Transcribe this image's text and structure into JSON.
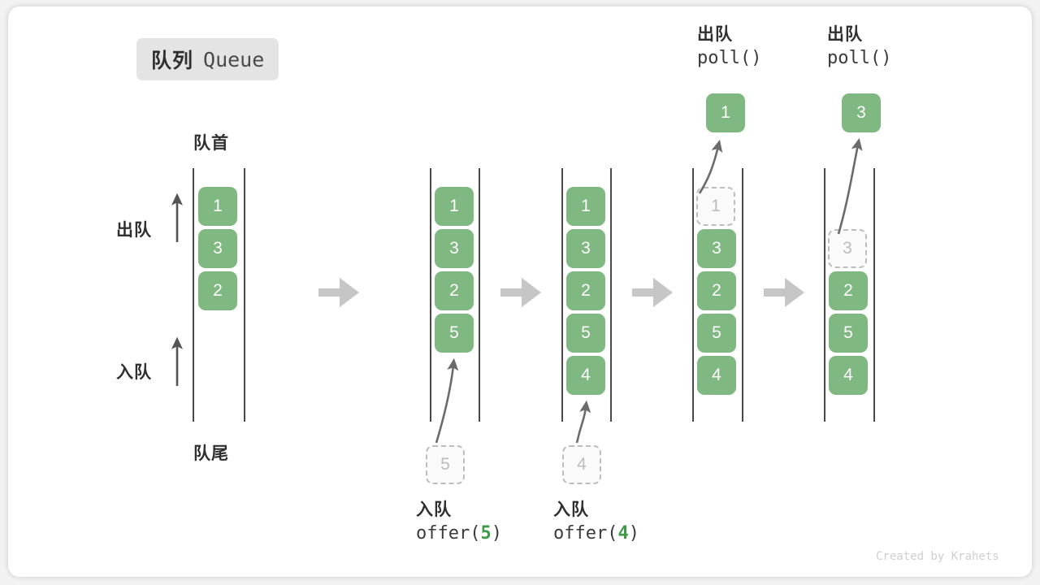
{
  "title_badge": {
    "cn": "队列",
    "en": "Queue"
  },
  "labels": {
    "front": "队首",
    "rear": "队尾",
    "dequeue": "出队",
    "enqueue": "入队"
  },
  "watermark": "Created by Krahets",
  "colors": {
    "cell_green": "#7fb881",
    "ghost_fill": "#fafafa",
    "ghost_border": "#bdbdbd",
    "rail": "#4a4a4a",
    "arrow_gray": "#c6c6c6",
    "curve_arrow": "#6b6b6b",
    "badge_bg": "#e4e4e4",
    "accent_green_text": "#3f9a48",
    "text_dark": "#2f2f2f",
    "watermark": "#cfcfcf"
  },
  "operations": [
    {
      "id": "op-offer-5",
      "cn": "入队",
      "code_prefix": "offer(",
      "code_value": "5",
      "code_suffix": ")"
    },
    {
      "id": "op-offer-4",
      "cn": "入队",
      "code_prefix": "offer(",
      "code_value": "4",
      "code_suffix": ")"
    },
    {
      "id": "op-poll-1",
      "cn": "出队",
      "code": "poll()",
      "result": "1"
    },
    {
      "id": "op-poll-2",
      "cn": "出队",
      "code": "poll()",
      "result": "3"
    }
  ],
  "chart_data": {
    "type": "diagram",
    "title": "队列 Queue",
    "columns": [
      {
        "name": "initial",
        "items": [
          "1",
          "3",
          "2"
        ],
        "ghost_index": -1
      },
      {
        "name": "after-offer-5",
        "items": [
          "1",
          "3",
          "2",
          "5"
        ],
        "ghost_index": -1
      },
      {
        "name": "after-offer-4",
        "items": [
          "1",
          "3",
          "2",
          "5",
          "4"
        ],
        "ghost_index": -1
      },
      {
        "name": "during-poll-1",
        "items": [
          "1",
          "3",
          "2",
          "5",
          "4"
        ],
        "ghost_index": 0
      },
      {
        "name": "during-poll-2",
        "items": [
          "3",
          "2",
          "5",
          "4"
        ],
        "ghost_index": 0
      }
    ],
    "incoming": [
      {
        "column": "after-offer-5",
        "value": "5"
      },
      {
        "column": "after-offer-4",
        "value": "4"
      }
    ],
    "outgoing": [
      {
        "column": "during-poll-1",
        "value": "1"
      },
      {
        "column": "during-poll-2",
        "value": "3"
      }
    ]
  }
}
